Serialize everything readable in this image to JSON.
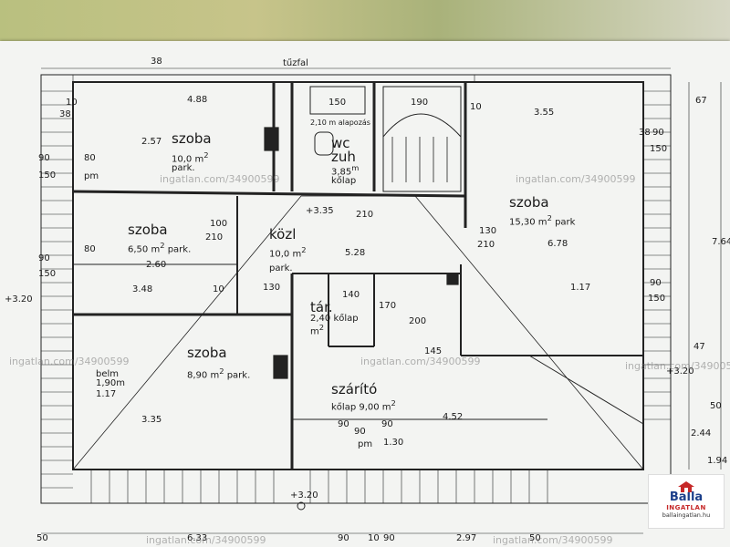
{
  "header": {
    "firewall": "tűzfal"
  },
  "rooms": {
    "szoba1": {
      "name": "szoba",
      "area": "10,0 m",
      "sup": "2",
      "floor": "park."
    },
    "wc": {
      "name1": "wc",
      "name2": "zuh",
      "area": "3,85",
      "sup": "m",
      "floor": "kőlap"
    },
    "szoba2": {
      "name": "szoba",
      "area": "15,30 m",
      "sup": "2",
      "floor": "park"
    },
    "szoba3": {
      "name": "szoba",
      "area": "6,50 m",
      "sup": "2",
      "floor": "park."
    },
    "kozl": {
      "name": "közl",
      "area": "10,0 m",
      "sup": "2",
      "floor": "park."
    },
    "tar": {
      "name": "tár.",
      "area": "2,40",
      "sup": "m",
      "floor": "kőlap",
      "sup2": "2"
    },
    "szoba4": {
      "name": "szoba",
      "area": "8,90 m",
      "sup": "2",
      "floor": "park."
    },
    "szarito": {
      "name": "szárító",
      "floor": "kőlap",
      "area": "9,00 m",
      "sup": "2"
    }
  },
  "notes": {
    "wc_height": "2,10 m",
    "wc_caption": "alapozás",
    "belm": "belm",
    "belm_val": "1,90m"
  },
  "dims": {
    "d38t": "38",
    "d488": "4.88",
    "d150": "150",
    "d190": "190",
    "d10a": "10",
    "d10b": "10",
    "d355": "3.55",
    "d67": "67",
    "d38l": "38",
    "d257": "2.57",
    "d90a": "90",
    "d150a": "150",
    "d80a": "80",
    "d90r1": "90",
    "d150r1": "150",
    "d38r": "38",
    "d335": "+3.35",
    "d210a": "210",
    "d100a": "100",
    "d210b": "210",
    "d528": "5.28",
    "d130a": "130",
    "d210c": "210",
    "d678": "6.78",
    "d764": "7.64",
    "d90b": "90",
    "d150b": "150",
    "d80b": "80",
    "d260": "2.60",
    "d348": "3.48",
    "d10c": "10",
    "d130b": "130",
    "d140": "140",
    "d170": "170",
    "d200": "200",
    "d320l": "+3.20",
    "d117l": "1.17",
    "d117r": "1.17",
    "d90r2": "90",
    "d150r2": "150",
    "d320r": "+3.20",
    "d145": "145",
    "d452": "4.52",
    "d335b": "3.35",
    "d90c": "90",
    "d90d": "90",
    "d90e": "90",
    "d130c": "1.30",
    "d244": "2.44",
    "d194": "1.94",
    "d320b": "+3.20",
    "d50": "50",
    "d633": "6.33",
    "d90f": "90",
    "d10d": "10",
    "d90g": "90",
    "d297": "2.97",
    "d50r": "50",
    "d47": "47",
    "d50v": "50",
    "pm": "pm",
    "pm2": "pm"
  },
  "watermark": {
    "text": "ingatlan.com/34900599"
  },
  "logo": {
    "name": "Balla",
    "sub": "INGATLAN",
    "url": "ballaingatlan.hu",
    "red": "#c62828",
    "blue": "#1c3f8a"
  }
}
